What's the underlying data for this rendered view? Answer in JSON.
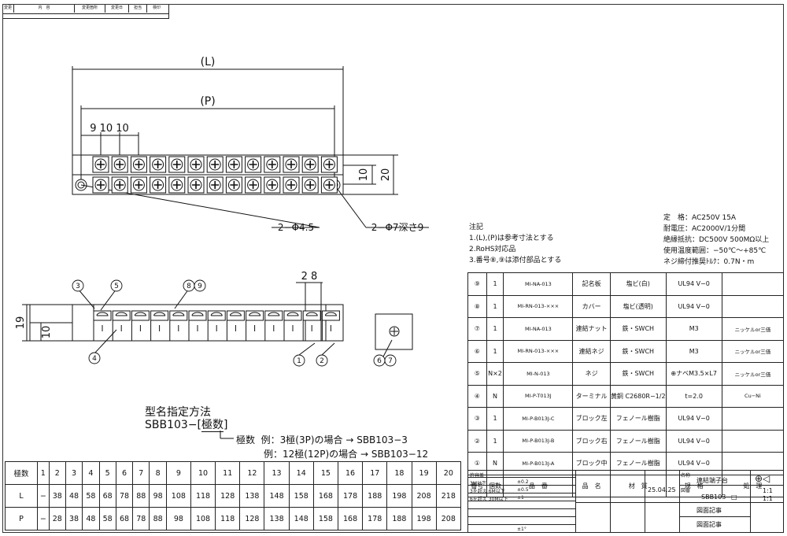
{
  "revision_header": {
    "cells": [
      "変更",
      "内　容",
      "変更箇所",
      "変更日",
      "担当",
      "検印"
    ]
  },
  "dimensions": {
    "overall": "(L)",
    "pitch": "(P)",
    "pitch_detail": "9 10 10",
    "height_small": "10",
    "height_total": "20",
    "hole_left": "2−Φ4.5",
    "hole_right": "2−Φ7深さ9",
    "side_height_total": "19",
    "side_height_small": "10",
    "side_detail": "2 8"
  },
  "balloons": [
    "①",
    "②",
    "③",
    "④",
    "⑤",
    "⑥⑦",
    "⑧⑨",
    "⑥",
    "⑦",
    "⑧",
    "⑨"
  ],
  "notes": {
    "title": "注記",
    "lines": [
      "1.(L),(P)は参考寸法とする",
      "2.RoHS対応品",
      "3.番号⑧,⑨は添付部品とする"
    ]
  },
  "specs": [
    "定　格：AC250V 15A",
    "耐電圧：AC2000V/1分間",
    "絶縁抵抗：DC500V 500MΩ以上",
    "使用温度範囲：−50℃〜+85℃",
    "ネジ締付推奨ﾄﾙｸ：0.7N・m"
  ],
  "parts": {
    "headers": [
      "番号",
      "個数",
      "品　番",
      "品　名",
      "材　質",
      "規　格",
      "処　理"
    ],
    "rows": [
      [
        "⑨",
        "1",
        "MI-NA-013",
        "記名板",
        "塩ビ(白)",
        "UL94 V−0",
        ""
      ],
      [
        "⑧",
        "1",
        "MI-RN-013-×××",
        "カバー",
        "塩ビ(透明)",
        "UL94 V−0",
        ""
      ],
      [
        "⑦",
        "1",
        "MI-NA-013",
        "連結ナット",
        "鉄・SWCH",
        "M3",
        "ニッケルor三価"
      ],
      [
        "⑥",
        "1",
        "MI-RN-013-×××",
        "連結ネジ",
        "鉄・SWCH",
        "M3",
        "ニッケルor三価"
      ],
      [
        "⑤",
        "N×2",
        "MI-N-013",
        "ネジ",
        "鉄・SWCH",
        "⊕ナベM3.5×L7",
        "ニッケルor三価"
      ],
      [
        "④",
        "N",
        "MI-P-T013J",
        "ターミナル",
        "黄銅 C2680R−1/2",
        "t=2.0",
        "Cu−Ni"
      ],
      [
        "③",
        "1",
        "MI-P-B013J-C",
        "ブロック左",
        "フェノール樹脂",
        "UL94 V−0",
        ""
      ],
      [
        "②",
        "1",
        "MI-P-B013J-B",
        "ブロック右",
        "フェノール樹脂",
        "UL94 V−0",
        ""
      ],
      [
        "①",
        "N",
        "MI-P-B013J-A",
        "ブロック中",
        "フェノール樹脂",
        "UL94 V−0",
        ""
      ]
    ]
  },
  "model_spec": {
    "title": "型名指定方法",
    "prefix": "SBB103−[",
    "box": "極数",
    "suffix": "]",
    "pole_label": "極数",
    "example1": "例：3極(3P)の場合 → SBB103−3",
    "example2": "例：12極(12P)の場合 → SBB103−12"
  },
  "poles_table": {
    "label": "極数",
    "poles": [
      "1",
      "2",
      "3",
      "4",
      "5",
      "6",
      "7",
      "8",
      "9",
      "10",
      "11",
      "12",
      "13",
      "14",
      "15",
      "16",
      "17",
      "18",
      "19",
      "20"
    ],
    "L_label": "L",
    "L": [
      "−",
      "38",
      "48",
      "58",
      "68",
      "78",
      "88",
      "98",
      "108",
      "118",
      "128",
      "138",
      "148",
      "158",
      "168",
      "178",
      "188",
      "198",
      "208",
      "218"
    ],
    "P_label": "P",
    "P": [
      "−",
      "28",
      "38",
      "48",
      "58",
      "68",
      "78",
      "88",
      "98",
      "108",
      "118",
      "128",
      "138",
      "148",
      "158",
      "168",
      "178",
      "188",
      "198",
      "208"
    ]
  },
  "title_block": {
    "tol_header": "許容差",
    "tol_rows": [
      [
        "3M以下",
        "±0.2"
      ],
      [
        "3を超え 6M以下",
        "±0.5"
      ],
      [
        "6を超え 30M以下",
        "±1"
      ]
    ],
    "angle": "±1°",
    "date": "25.04.25",
    "name_label": "名称",
    "name": "連結端子台",
    "number_label": "図番",
    "number": "SBB103−□",
    "scale1": "1:1",
    "scale2": "1:1",
    "approved": "図面記事",
    "approved2": "図面記事"
  }
}
